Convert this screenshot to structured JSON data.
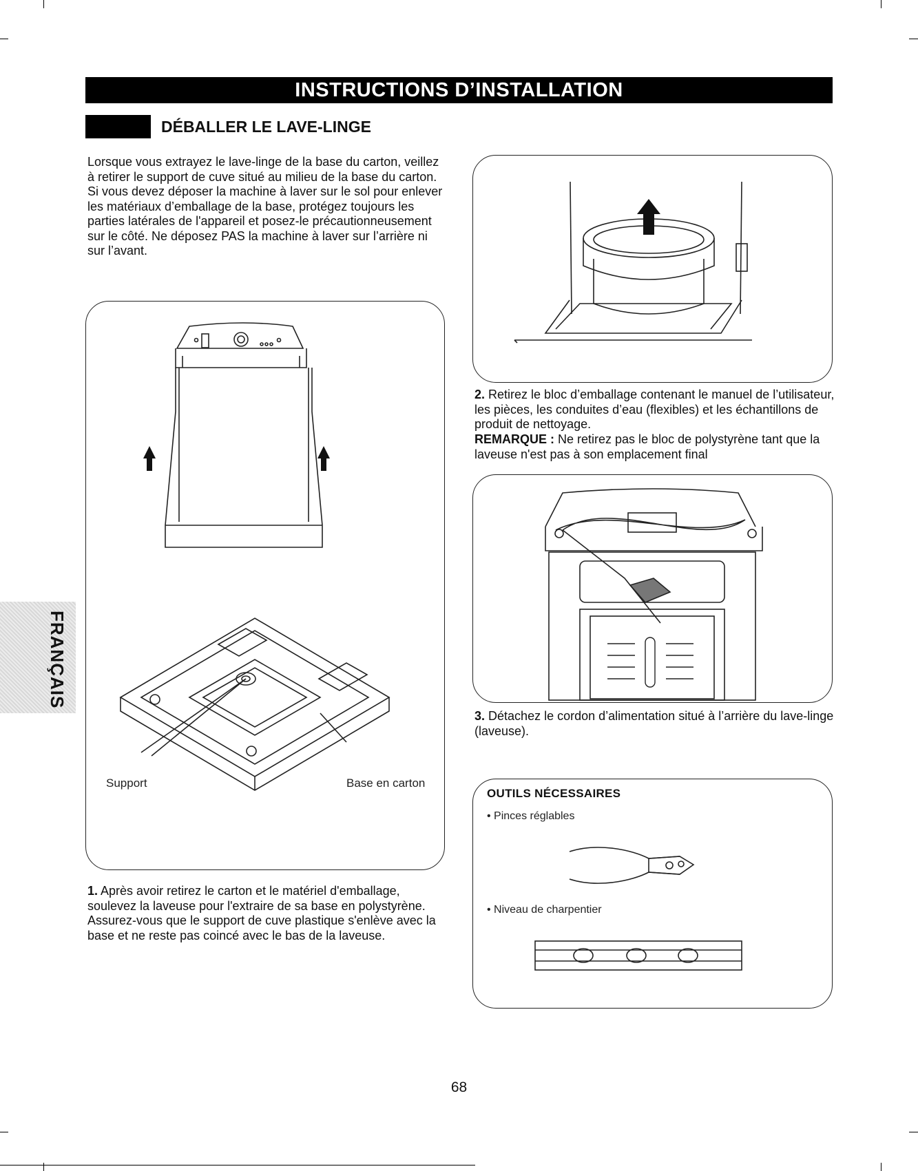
{
  "header": {
    "banner": "INSTRUCTIONS D’INSTALLATION"
  },
  "section": {
    "title": "DÉBALLER LE LAVE-LINGE"
  },
  "intro": {
    "p1": "Lorsque vous extrayez le lave-linge de la base du carton, veillez à retirer le support de cuve situé au milieu de la base du carton.",
    "p2": "Si vous devez déposer la machine à laver sur le sol pour enlever les matériaux d’emballage de la base, protégez toujours les parties latérales de l'appareil et posez-le précautionneusement sur le côté. Ne déposez PAS la machine à laver sur l’arrière ni sur l’avant."
  },
  "figure1": {
    "label_support": "Support",
    "label_base": "Base en carton"
  },
  "steps": [
    {
      "num": "1.",
      "text": "Après avoir retirez le carton et le matériel d'emballage, soulevez la laveuse pour l'extraire de sa base en polystyrène. Assurez-vous que le support de cuve plastique s'enlève avec la base et ne reste pas coincé avec le bas de la laveuse."
    },
    {
      "num": "2.",
      "text": "Retirez le bloc d’emballage contenant le manuel de l’utilisateur, les pièces, les conduites d’eau (flexibles) et les échantillons de produit de nettoyage."
    },
    {
      "num": "3.",
      "text": "Détachez le cordon d’alimentation situé à l’arrière du lave-linge (laveuse)."
    }
  ],
  "note": {
    "label": "REMARQUE :",
    "text": "Ne retirez pas le bloc de polystyrène tant que la laveuse n'est pas à son emplacement final"
  },
  "tools": {
    "title": "OUTILS NÉCESSAIRES",
    "items": [
      "• Pinces réglables",
      "• Niveau de charpentier"
    ]
  },
  "side_tab": {
    "label": "FRANÇAIS"
  },
  "page_number": "68",
  "icons": [
    "up-arrow-icon",
    "pliers-icon",
    "level-icon"
  ]
}
